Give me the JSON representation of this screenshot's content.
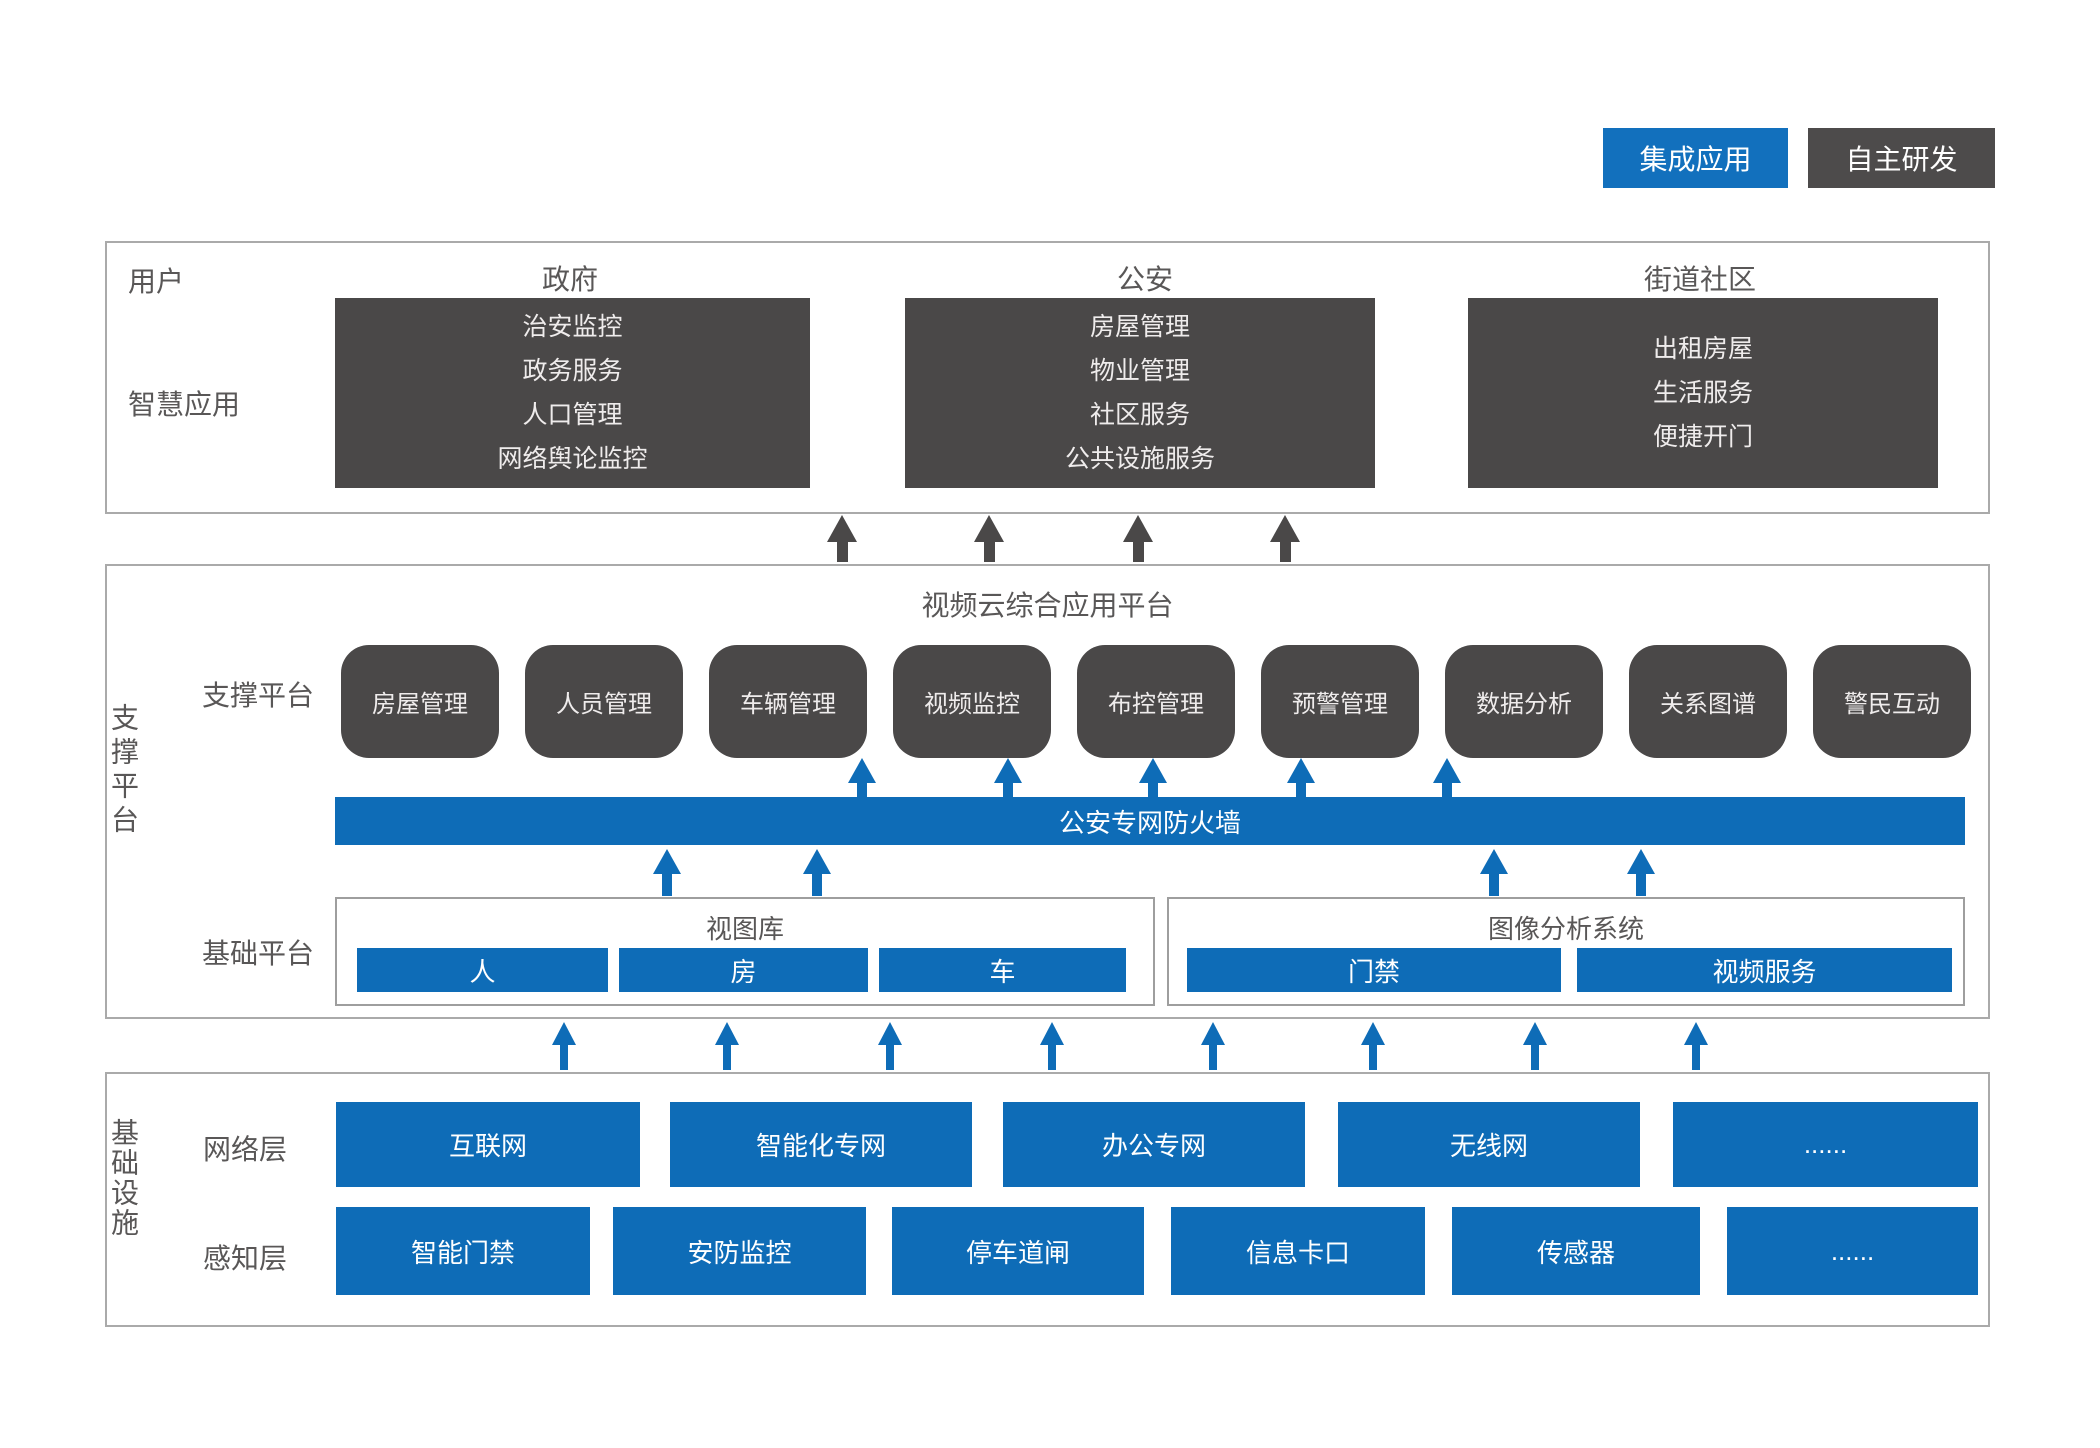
{
  "legend": {
    "integrated": "集成应用",
    "self_developed": "自主研发",
    "integrated_color": "#1270bd",
    "self_developed_color": "#4d4b4b"
  },
  "user_section": {
    "row_label_users": "用户",
    "row_label_apps": "智慧应用",
    "columns": [
      {
        "header": "政府",
        "items": [
          "治安监控",
          "政务服务",
          "人口管理",
          "网络舆论监控"
        ]
      },
      {
        "header": "公安",
        "items": [
          "房屋管理",
          "物业管理",
          "社区服务",
          "公共设施服务"
        ]
      },
      {
        "header": "街道社区",
        "items": [
          "出租房屋",
          "生活服务",
          "便捷开门"
        ]
      }
    ]
  },
  "platform_section": {
    "side_label": "支撑平台",
    "title": "视频云综合应用平台",
    "support_row_label": "支撑平台",
    "apps": [
      "房屋管理",
      "人员管理",
      "车辆管理",
      "视频监控",
      "布控管理",
      "预警管理",
      "数据分析",
      "关系图谱",
      "警民互动"
    ],
    "firewall": "公安专网防火墙",
    "base_row_label": "基础平台",
    "view_library": {
      "title": "视图库",
      "items": [
        "人",
        "房",
        "车"
      ]
    },
    "image_analysis": {
      "title": "图像分析系统",
      "items": [
        "门禁",
        "视频服务"
      ]
    }
  },
  "infra_section": {
    "side_label": "基础设施",
    "network_label": "网络层",
    "network_items": [
      "互联网",
      "智能化专网",
      "办公专网",
      "无线网",
      "......"
    ],
    "sensor_label": "感知层",
    "sensor_items": [
      "智能门禁",
      "安防监控",
      "停车道闸",
      "信息卡口",
      "传感器",
      "......"
    ]
  },
  "colors": {
    "blue": "#0e6cb7",
    "dark_gray": "#4a4848",
    "label_gray": "#595757"
  }
}
